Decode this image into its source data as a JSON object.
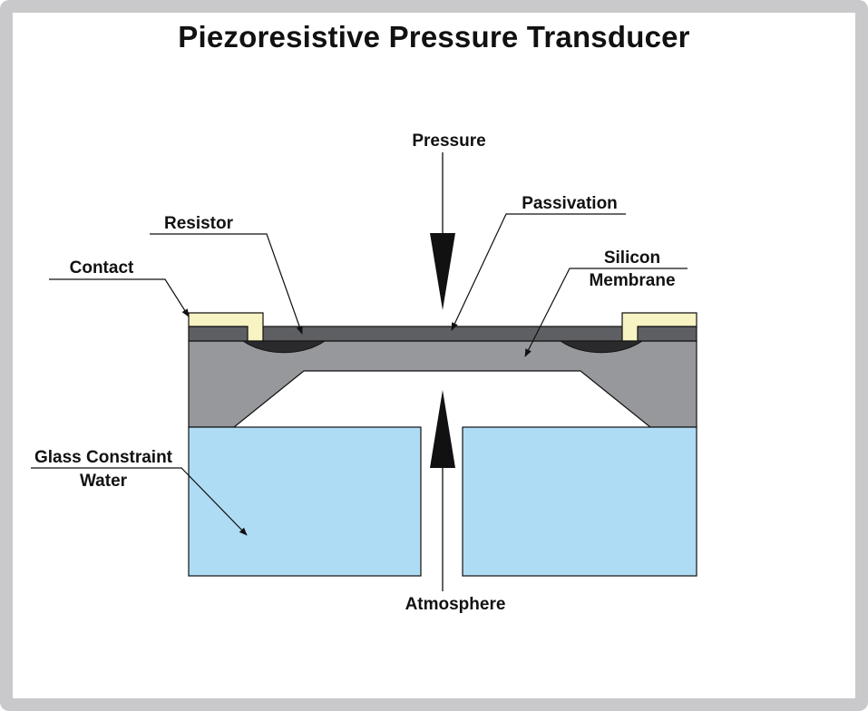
{
  "title": "Piezoresistive Pressure Transducer",
  "labels": {
    "pressure": "Pressure",
    "passivation": "Passivation",
    "resistor": "Resistor",
    "silicon_line1": "Silicon",
    "silicon_line2": "Membrane",
    "contact": "Contact",
    "glass_line1": "Glass Constraint",
    "glass_line2": "Water",
    "atmosphere": "Atmosphere"
  },
  "colors": {
    "frame": "#c9c9cb",
    "silicon": "#97989c",
    "passivation": "#5e5f63",
    "resistor": "#2a2a2c",
    "contact": "#f7f3c2",
    "glass": "#afdcf5",
    "outline": "#111111"
  }
}
